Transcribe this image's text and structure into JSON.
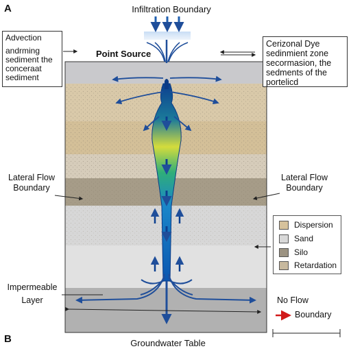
{
  "panel_labels": {
    "a": "A",
    "b": "B"
  },
  "top_title": "Infiltration Boundary",
  "point_source": "Point Source",
  "advection_box": {
    "heading": "Advection",
    "lines": [
      "andrming",
      "sediment the",
      "conceraat",
      "sediment"
    ]
  },
  "right_box": {
    "lines": [
      "Cerizonal Dye",
      "sedinmient  zone",
      "secormasion, the",
      "sedments of the",
      "portelicd"
    ]
  },
  "lateral_left": [
    "Lateral Flow",
    "Boundary"
  ],
  "lateral_right": [
    "Lateral Flow",
    "Boundary"
  ],
  "impermeable": [
    "Impermeable",
    "Layer"
  ],
  "no_flow": [
    "No Flow",
    "Boundary"
  ],
  "bottom_title": "Groundwater Table",
  "legend": [
    {
      "label": "Dispersion",
      "color": "#d6c29c"
    },
    {
      "label": "Sand",
      "color": "#d9d9d9"
    },
    {
      "label": "Silo",
      "color": "#9c9382"
    },
    {
      "label": "Retardation",
      "color": "#c7b99e"
    }
  ],
  "colors": {
    "flow": "#1f4e9a",
    "plume_core": "#0e5db0",
    "plume_mid": "#2fa37a",
    "plume_hot": "#d9dc3a",
    "red_arrow": "#d11a1a"
  }
}
